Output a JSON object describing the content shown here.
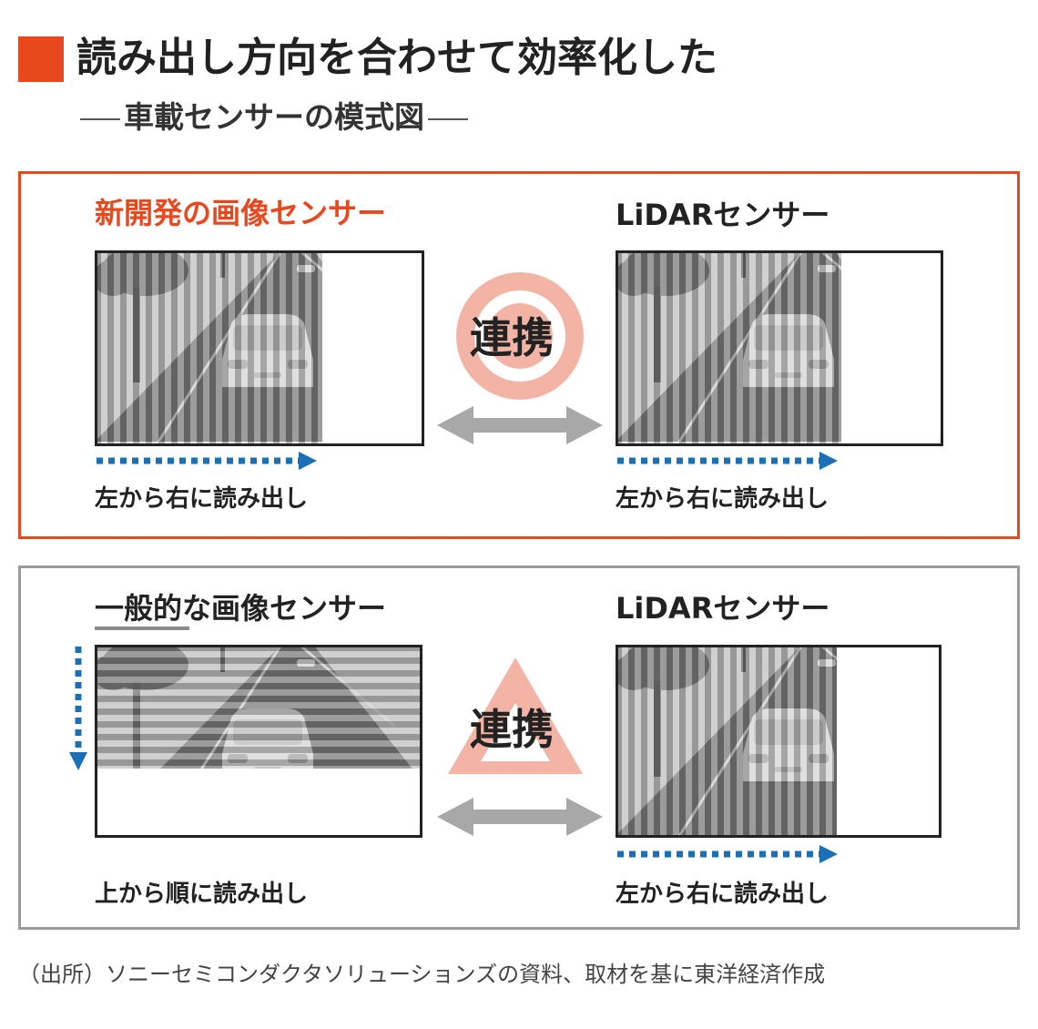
{
  "header": {
    "title": "読み出し方向を合わせて効率化した",
    "subtitle": "車載センサーの模式図"
  },
  "top_panel": {
    "left_label": "新開発の画像センサー",
    "right_label": "LiDARセンサー",
    "center_label": "連携",
    "center_symbol": "double-circle-icon",
    "left_caption": "左から右に読み出し",
    "right_caption": "左から右に読み出し"
  },
  "bottom_panel": {
    "left_label": "一般的な画像センサー",
    "right_label": "LiDARセンサー",
    "center_label": "連携",
    "center_symbol": "triangle-icon",
    "left_caption": "上から順に読み出し",
    "right_caption": "左から右に読み出し"
  },
  "source": "（出所）ソニーセミコンダクタソリューションズの資料、取材を基に東洋経済作成",
  "colors": {
    "accent": "#e8481e",
    "panel_gray": "#9a9a9a",
    "readout_arrow": "#1a6fb5",
    "link_arrow": "#a8a8a8",
    "symbol_pink": "#f3b3a5"
  },
  "scan_progress": {
    "top_left": 0.69,
    "top_right": 0.69,
    "bottom_left": 0.64,
    "bottom_right": 0.68
  }
}
